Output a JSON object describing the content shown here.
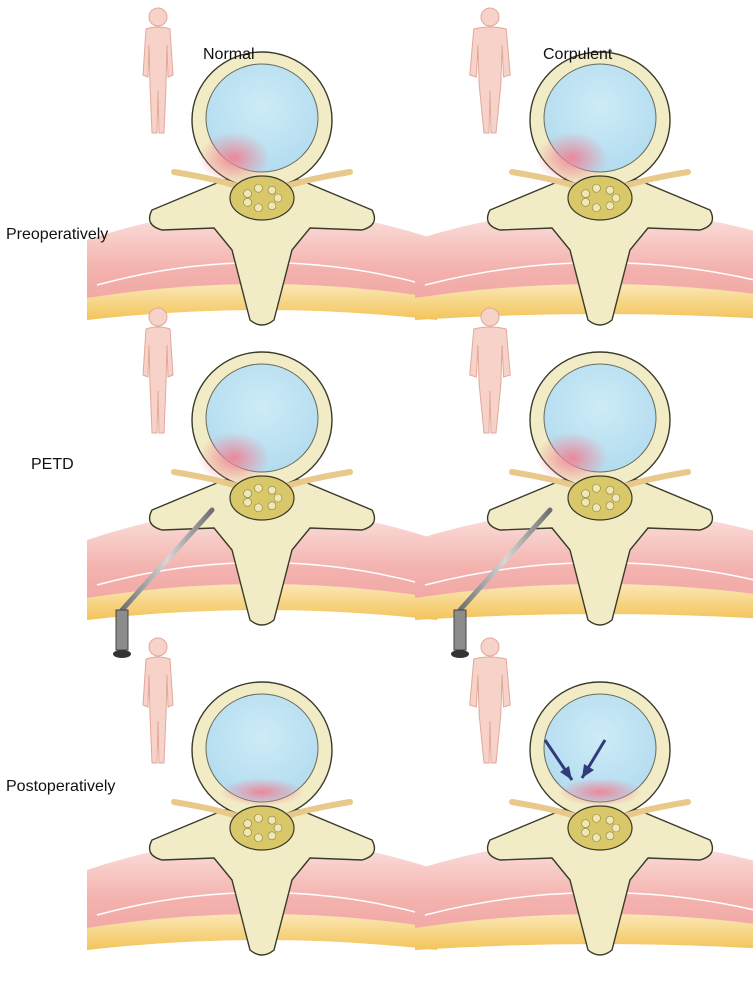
{
  "columns": [
    "Normal",
    "Corpulent"
  ],
  "rows": [
    "Preoperatively",
    "PETD",
    "Postoperatively"
  ],
  "colors": {
    "bone": "#f1ecc6",
    "bone_outline": "#3a3a2a",
    "disc_center": "#bfe3f3",
    "disc_herniation": "#ef9aa6",
    "nerve_root": "#e8c98a",
    "spinal_cord": "#d9c86a",
    "muscle": "#f4b8b4",
    "fat": "#f6cf6a",
    "body_silhouette": "#f7d2c8",
    "endoscope": "#9a9a9a",
    "pressure_arrows": "#2f3b7a"
  },
  "panels": [
    {
      "row": "Preoperatively",
      "column": "Normal",
      "body": "normal",
      "herniation": true,
      "endoscope": false,
      "arrows": false
    },
    {
      "row": "Preoperatively",
      "column": "Corpulent",
      "body": "corpulent",
      "herniation": true,
      "endoscope": false,
      "arrows": false
    },
    {
      "row": "PETD",
      "column": "Normal",
      "body": "normal",
      "herniation": true,
      "endoscope": true,
      "arrows": false
    },
    {
      "row": "PETD",
      "column": "Corpulent",
      "body": "corpulent",
      "herniation": true,
      "endoscope": true,
      "arrows": false
    },
    {
      "row": "Postoperatively",
      "column": "Normal",
      "body": "normal",
      "herniation": false,
      "endoscope": false,
      "arrows": false
    },
    {
      "row": "Postoperatively",
      "column": "Corpulent",
      "body": "corpulent",
      "herniation": false,
      "endoscope": false,
      "arrows": true
    }
  ]
}
